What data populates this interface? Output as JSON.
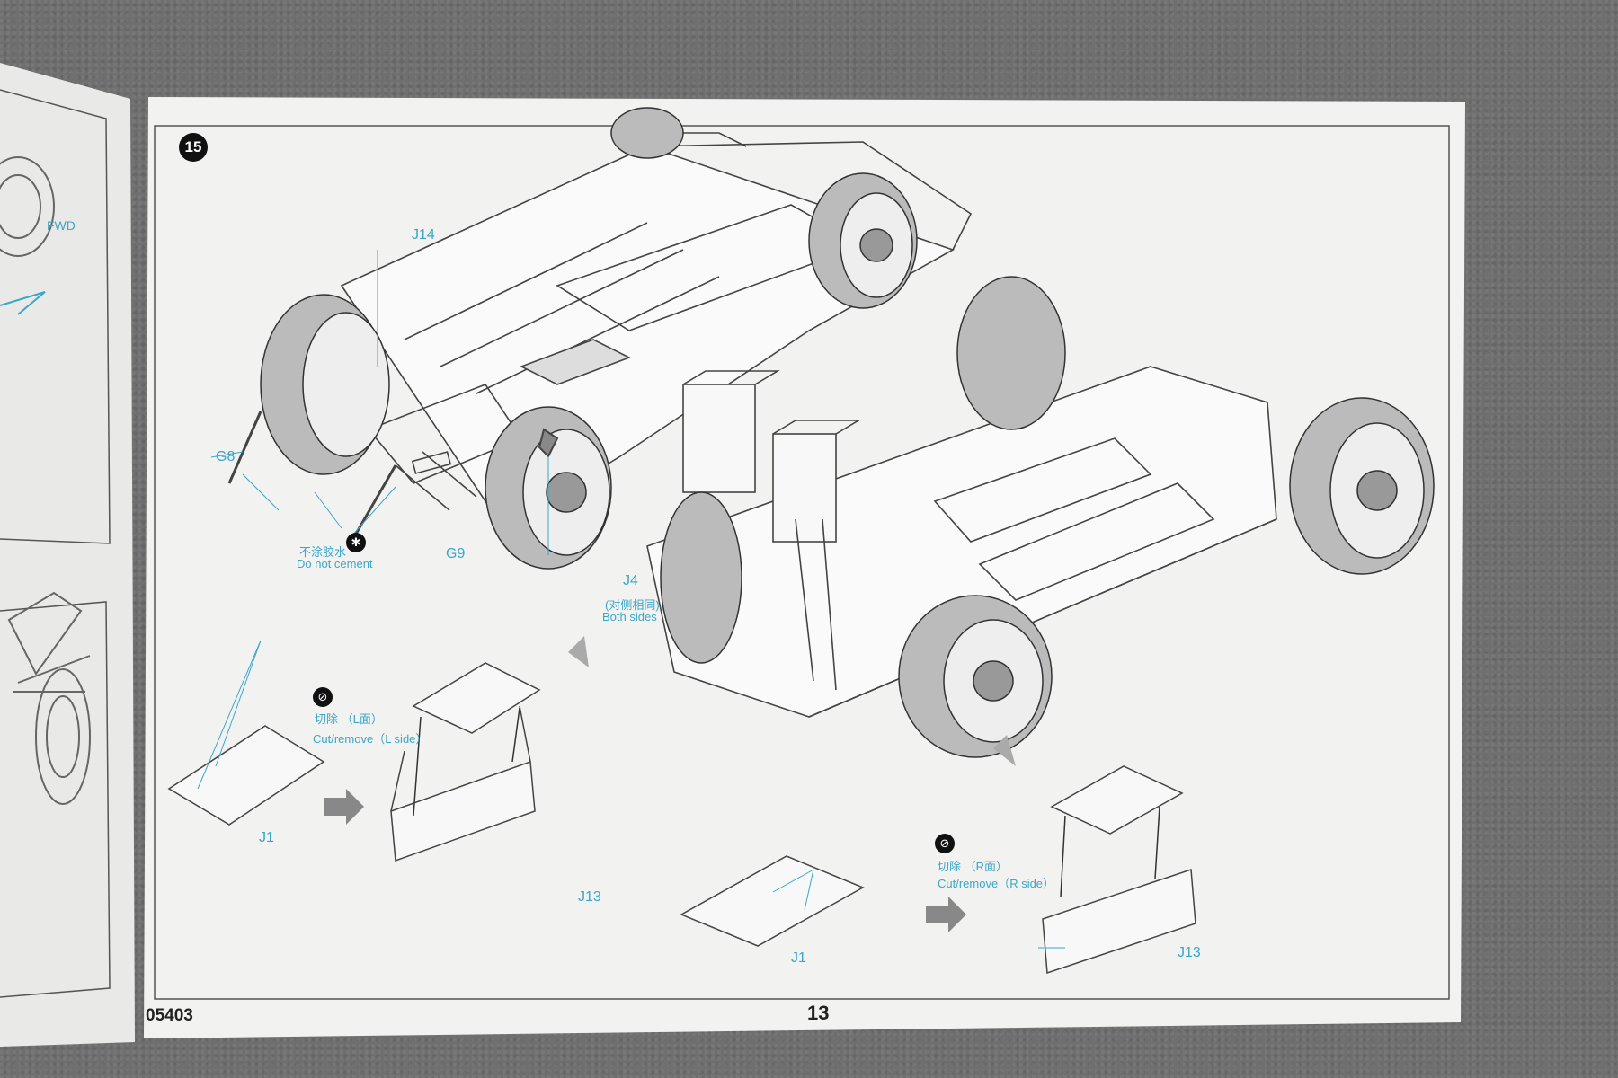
{
  "manual": {
    "left_page": {
      "fwd_label": "FWD"
    },
    "step": {
      "number": "15"
    },
    "parts": {
      "j14": "J14",
      "g8": "G8",
      "g9": "G9",
      "j4": "J4",
      "j1_left": "J1",
      "j13_left": "J13",
      "j1_right": "J1",
      "j13_right": "J13"
    },
    "notes": {
      "no_cement_cn": "不涂胶水",
      "no_cement_en": "Do not cement",
      "both_sides_cn": "(对侧相同)",
      "both_sides_en": "Both sides",
      "cut_left_cn": "切除 （L面）",
      "cut_left_en": "Cut/remove（L side）",
      "cut_right_cn": "切除 （R面）",
      "cut_right_en": "Cut/remove（R side）"
    },
    "footer": {
      "product_code": "05403",
      "page_number": "13"
    },
    "colors": {
      "label": "#3aa7c9",
      "line": "#555555",
      "paper": "#f2f2f0"
    }
  }
}
